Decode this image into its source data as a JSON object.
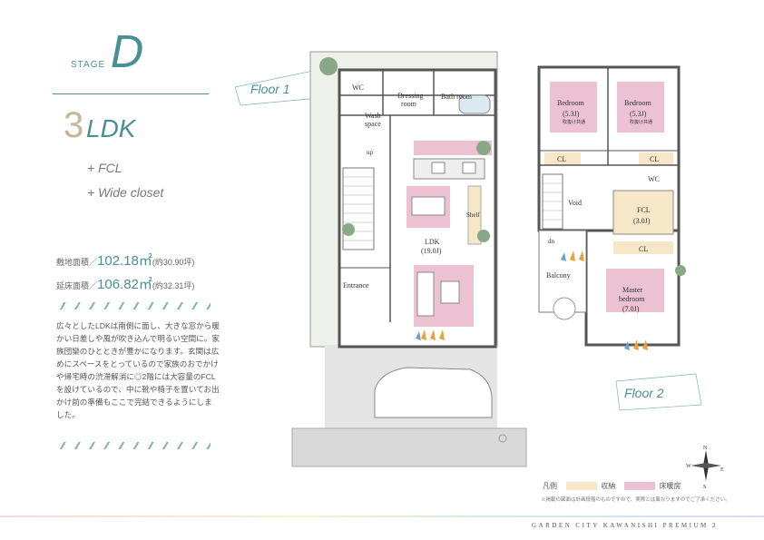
{
  "stage": {
    "label": "STAGE",
    "letter": "D"
  },
  "plan": {
    "number": "3",
    "type": "LDK",
    "options": [
      "+ FCL",
      "+ Wide closet"
    ]
  },
  "areas": [
    {
      "label": "敷地面積／",
      "value": "102.18㎡",
      "sub": "(約30.90坪)"
    },
    {
      "label": "延床面積／",
      "value": "106.82㎡",
      "sub": "(約32.31坪)"
    }
  ],
  "description": "広々としたLDKは南側に面し、大きな窓から暖かい日差しや風が吹き込んで明るい空間に。家族団欒のひとときが豊かになります。玄関は広めにスペースをとっているので家族のおでかけや帰宅時の渋滞解消に◎2階には大容量のFCLを設けているので、中に靴や椅子を置いてお出かけ前の準備もここで完結できるようにしました。",
  "floor1": {
    "tag": "Floor 1",
    "rooms": {
      "wc": "WC",
      "dressing1": "Dressing",
      "dressing2": "room",
      "bath": "Bath room",
      "wash1": "Wash",
      "wash2": "space",
      "up": "up",
      "shelf": "Shelf",
      "ldk": "LDK",
      "ldk_size": "(19.0J)",
      "entrance": "Entrance"
    }
  },
  "floor2": {
    "tag": "Floor 2",
    "rooms": {
      "bed1": "Bedroom",
      "bed1_size": "(5.3J)",
      "bed2": "Bedroom",
      "bed2_size": "(5.3J)",
      "small_note": "吹抜け共通",
      "cl1": "CL",
      "cl2": "CL",
      "wc": "WC",
      "void": "Void",
      "fcl": "FCL",
      "fcl_size": "(3.0J)",
      "cl3": "CL",
      "dn": "dn",
      "balcony": "Balcony",
      "master1": "Master",
      "master2": "bedroom",
      "master_size": "(7.0J)"
    }
  },
  "compass": {
    "n": "N",
    "s": "S",
    "e": "E",
    "w": "W"
  },
  "legend": {
    "title": "凡例",
    "storage": "収納",
    "floor_heat": "床暖房",
    "storage_color": "#f6e7c8",
    "heat_color": "#ecc1d2"
  },
  "note": "※掲載の図面は計画段階のものですので、実際とは異なりますのでご了承ください。",
  "footer": "GARDEN CITY KAWANISHI PREMIUM 2",
  "colors": {
    "accent": "#4a8f96",
    "beige": "#c9b59a",
    "pink": "#ecc1d2"
  }
}
